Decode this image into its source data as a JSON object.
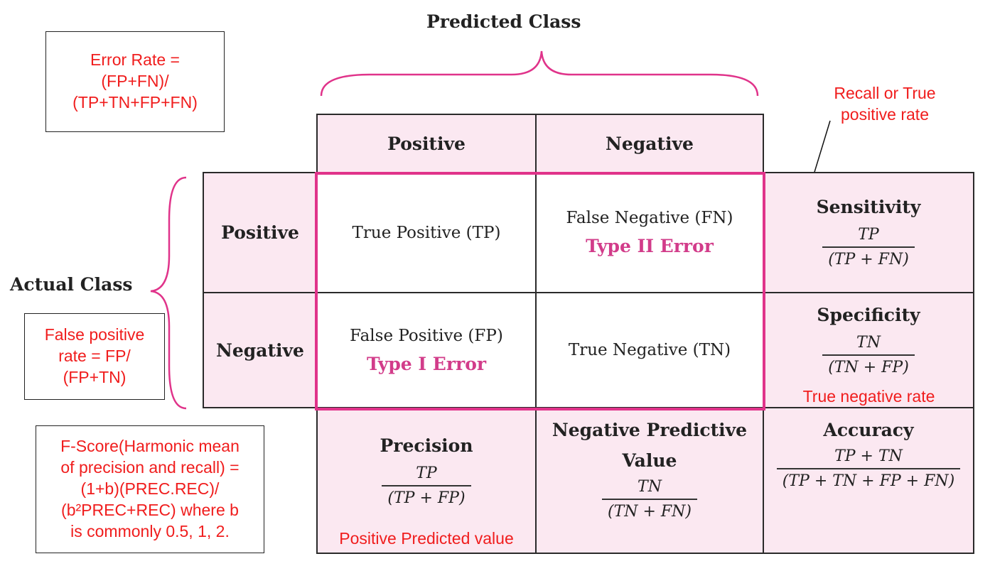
{
  "predicted_class_title": "Predicted Class",
  "actual_class_title": "Actual Class",
  "col_headers": [
    "Positive",
    "Negative"
  ],
  "row_headers": [
    "Positive",
    "Negative"
  ],
  "cells": {
    "tp": "True Positive (TP)",
    "fn": "False Negative (FN)",
    "fn_error": "Type II Error",
    "fp": "False Positive (FP)",
    "fp_error": "Type I Error",
    "tn": "True Negative (TN)"
  },
  "metrics": {
    "sensitivity": {
      "title": "Sensitivity",
      "num": "TP",
      "den": "(TP + FN)"
    },
    "specificity": {
      "title": "Specificity",
      "num": "TN",
      "den": "(TN + FP)"
    },
    "precision": {
      "title": "Precision",
      "num": "TP",
      "den": "(TP + FP)"
    },
    "npv": {
      "title_line1": "Negative Predictive",
      "title_line2": "Value",
      "num": "TN",
      "den": "(TN + FN)"
    },
    "accuracy": {
      "title": "Accuracy",
      "num": "TP + TN",
      "den": "(TP + TN + FP + FN)"
    }
  },
  "annotations": {
    "error_rate": [
      "Error Rate =",
      "(FP+FN)/",
      "(TP+TN+FP+FN)"
    ],
    "false_positive_rate": [
      "False positive",
      "rate = FP/",
      "(FP+TN)"
    ],
    "f_score": [
      "F-Score(Harmonic mean",
      "of precision and recall) =",
      "(1+b)(PREC.REC)/",
      "(b²PREC+REC) where b",
      "is commonly 0.5, 1, 2."
    ],
    "recall": [
      "Recall or True",
      "positive rate"
    ],
    "true_negative_rate": "True negative rate",
    "positive_predicted_value": "Positive Predicted value"
  },
  "colors": {
    "cell_pink": "#fbe8f1",
    "highlight_border": "#e0338a",
    "error_text": "#d23c8a",
    "annotation_red": "#f01d1d"
  }
}
